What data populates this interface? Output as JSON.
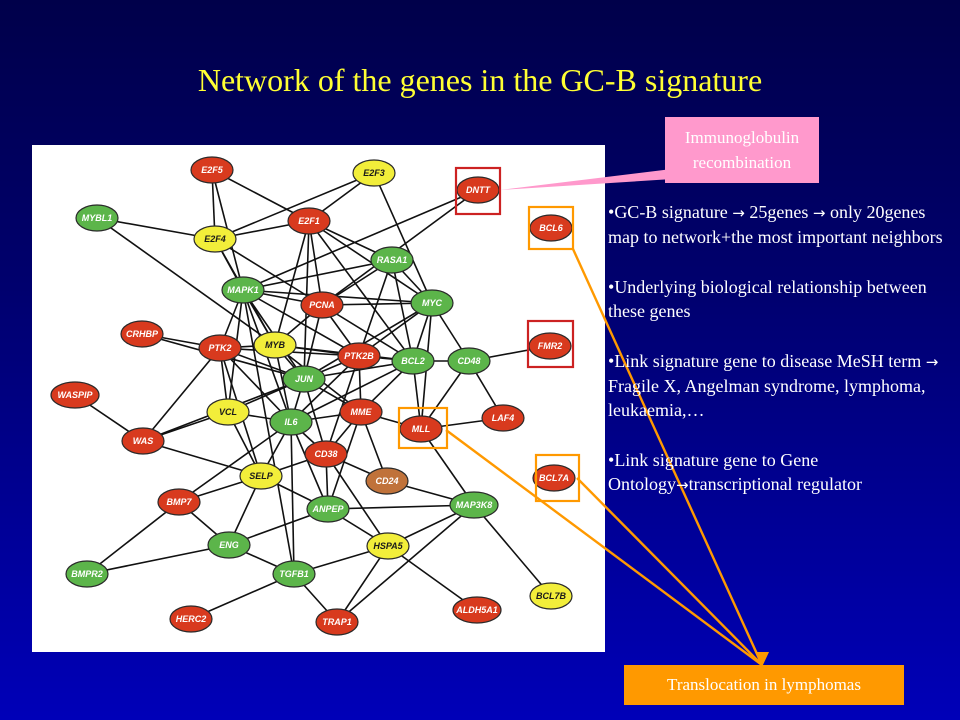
{
  "slide": {
    "title": "Network of the genes in the GC-B signature"
  },
  "callouts": {
    "immunoglobulin": "Immunoglobulin recombination",
    "translocation": "Translocation in lymphomas"
  },
  "bullets": [
    {
      "parts": [
        "GC-B signature ",
        "arrow-right",
        " 25genes ",
        "arrow-right",
        " only 20genes map to network+the most important neighbors"
      ]
    },
    {
      "parts": [
        "Underlying biological relationship between these genes"
      ]
    },
    {
      "parts": [
        "Link signature gene to disease MeSH term ",
        "arrow-right",
        " Fragile X, Angelman syndrome, lymphoma, leukaemia,…"
      ]
    },
    {
      "parts": [
        "Link signature gene to Gene Ontology",
        "arrow-right",
        "transcriptional regulator"
      ]
    }
  ],
  "colors": {
    "red": "#d83a1e",
    "green": "#5cb54a",
    "yellow": "#f2ee3a",
    "brown": "#c0723a",
    "highlight_red": "#cc2222",
    "highlight_orange": "#ff9900",
    "title": "#ffff33"
  },
  "network": {
    "nodes": [
      {
        "id": "E2F5",
        "label": "E2F5",
        "color": "red"
      },
      {
        "id": "E2F3",
        "label": "E2F3",
        "color": "yellow"
      },
      {
        "id": "MYBL1",
        "label": "MYBL1",
        "color": "green"
      },
      {
        "id": "E2F1",
        "label": "E2F1",
        "color": "red"
      },
      {
        "id": "E2F4",
        "label": "E2F4",
        "color": "yellow"
      },
      {
        "id": "DNTT",
        "label": "DNTT",
        "color": "red"
      },
      {
        "id": "BCL6",
        "label": "BCL6",
        "color": "red"
      },
      {
        "id": "RASA1",
        "label": "RASA1",
        "color": "green"
      },
      {
        "id": "MAPK1",
        "label": "MAPK1",
        "color": "green"
      },
      {
        "id": "PCNA",
        "label": "PCNA",
        "color": "red"
      },
      {
        "id": "MYC",
        "label": "MYC",
        "color": "green"
      },
      {
        "id": "CRHBP",
        "label": "CRHBP",
        "color": "red"
      },
      {
        "id": "PTK2",
        "label": "PTK2",
        "color": "red"
      },
      {
        "id": "MYB",
        "label": "MYB",
        "color": "yellow"
      },
      {
        "id": "PTK2B",
        "label": "PTK2B",
        "color": "red"
      },
      {
        "id": "BCL2",
        "label": "BCL2",
        "color": "green"
      },
      {
        "id": "CD48",
        "label": "CD48",
        "color": "green"
      },
      {
        "id": "FMR2",
        "label": "FMR2",
        "color": "red"
      },
      {
        "id": "JUN",
        "label": "JUN",
        "color": "green"
      },
      {
        "id": "WASPIP",
        "label": "WASPIP",
        "color": "red"
      },
      {
        "id": "VCL",
        "label": "VCL",
        "color": "yellow"
      },
      {
        "id": "IL6",
        "label": "IL6",
        "color": "green"
      },
      {
        "id": "MME",
        "label": "MME",
        "color": "red"
      },
      {
        "id": "MLL",
        "label": "MLL",
        "color": "red"
      },
      {
        "id": "LAF4",
        "label": "LAF4",
        "color": "red"
      },
      {
        "id": "WAS",
        "label": "WAS",
        "color": "red"
      },
      {
        "id": "CD38",
        "label": "CD38",
        "color": "red"
      },
      {
        "id": "SELP",
        "label": "SELP",
        "color": "yellow"
      },
      {
        "id": "CD24",
        "label": "CD24",
        "color": "brown"
      },
      {
        "id": "BCL7A",
        "label": "BCL7A",
        "color": "red"
      },
      {
        "id": "BMP7",
        "label": "BMP7",
        "color": "red"
      },
      {
        "id": "ANPEP",
        "label": "ANPEP",
        "color": "green"
      },
      {
        "id": "MAP3K8",
        "label": "MAP3K8",
        "color": "green"
      },
      {
        "id": "ENG",
        "label": "ENG",
        "color": "green"
      },
      {
        "id": "HSPA5",
        "label": "HSPA5",
        "color": "yellow"
      },
      {
        "id": "BMPR2",
        "label": "BMPR2",
        "color": "green"
      },
      {
        "id": "TGFB1",
        "label": "TGFB1",
        "color": "green"
      },
      {
        "id": "BCL7B",
        "label": "BCL7B",
        "color": "yellow"
      },
      {
        "id": "HERC2",
        "label": "HERC2",
        "color": "red"
      },
      {
        "id": "ALDH5A1",
        "label": "ALDH5A1",
        "color": "red"
      },
      {
        "id": "TRAP1",
        "label": "TRAP1",
        "color": "red"
      }
    ],
    "edges": [
      [
        "E2F5",
        "E2F1"
      ],
      [
        "E2F5",
        "E2F4"
      ],
      [
        "E2F5",
        "MAPK1"
      ],
      [
        "E2F3",
        "E2F4"
      ],
      [
        "E2F3",
        "E2F1"
      ],
      [
        "E2F3",
        "MYC"
      ],
      [
        "MYBL1",
        "MYB"
      ],
      [
        "MYBL1",
        "E2F4"
      ],
      [
        "E2F1",
        "E2F4"
      ],
      [
        "E2F1",
        "PCNA"
      ],
      [
        "E2F1",
        "MYC"
      ],
      [
        "E2F1",
        "MYB"
      ],
      [
        "E2F1",
        "RASA1"
      ],
      [
        "E2F1",
        "JUN"
      ],
      [
        "E2F1",
        "BCL2"
      ],
      [
        "E2F4",
        "MAPK1"
      ],
      [
        "E2F4",
        "MYB"
      ],
      [
        "E2F4",
        "PCNA"
      ],
      [
        "DNTT",
        "PCNA"
      ],
      [
        "DNTT",
        "MAPK1"
      ],
      [
        "RASA1",
        "MAPK1"
      ],
      [
        "RASA1",
        "PTK2B"
      ],
      [
        "RASA1",
        "MYC"
      ],
      [
        "RASA1",
        "PCNA"
      ],
      [
        "RASA1",
        "BCL2"
      ],
      [
        "MAPK1",
        "PCNA"
      ],
      [
        "MAPK1",
        "PTK2"
      ],
      [
        "MAPK1",
        "JUN"
      ],
      [
        "MAPK1",
        "MYC"
      ],
      [
        "MAPK1",
        "PTK2B"
      ],
      [
        "MAPK1",
        "VCL"
      ],
      [
        "MAPK1",
        "IL6"
      ],
      [
        "MAPK1",
        "MYB"
      ],
      [
        "PCNA",
        "MYC"
      ],
      [
        "PCNA",
        "JUN"
      ],
      [
        "PCNA",
        "PTK2B"
      ],
      [
        "PCNA",
        "MYB"
      ],
      [
        "PCNA",
        "BCL2"
      ],
      [
        "MYC",
        "BCL2"
      ],
      [
        "MYC",
        "JUN"
      ],
      [
        "MYC",
        "PTK2B"
      ],
      [
        "MYC",
        "CD48"
      ],
      [
        "MYC",
        "MLL"
      ],
      [
        "CRHBP",
        "PTK2"
      ],
      [
        "CRHBP",
        "JUN"
      ],
      [
        "PTK2",
        "MYB"
      ],
      [
        "PTK2",
        "JUN"
      ],
      [
        "PTK2",
        "VCL"
      ],
      [
        "PTK2",
        "IL6"
      ],
      [
        "PTK2",
        "SELP"
      ],
      [
        "PTK2",
        "WAS"
      ],
      [
        "PTK2",
        "PTK2B"
      ],
      [
        "MYB",
        "JUN"
      ],
      [
        "MYB",
        "PTK2B"
      ],
      [
        "MYB",
        "BCL2"
      ],
      [
        "MYB",
        "IL6"
      ],
      [
        "MYB",
        "MME"
      ],
      [
        "PTK2B",
        "JUN"
      ],
      [
        "PTK2B",
        "BCL2"
      ],
      [
        "PTK2B",
        "MME"
      ],
      [
        "PTK2B",
        "IL6"
      ],
      [
        "PTK2B",
        "CD38"
      ],
      [
        "BCL2",
        "JUN"
      ],
      [
        "BCL2",
        "CD48"
      ],
      [
        "BCL2",
        "MLL"
      ],
      [
        "BCL2",
        "MME"
      ],
      [
        "BCL2",
        "IL6"
      ],
      [
        "CD48",
        "MLL"
      ],
      [
        "CD48",
        "LAF4"
      ],
      [
        "FMR2",
        "CD48"
      ],
      [
        "JUN",
        "IL6"
      ],
      [
        "JUN",
        "MME"
      ],
      [
        "JUN",
        "VCL"
      ],
      [
        "JUN",
        "CD38"
      ],
      [
        "JUN",
        "WAS"
      ],
      [
        "WASPIP",
        "WAS"
      ],
      [
        "VCL",
        "IL6"
      ],
      [
        "VCL",
        "SELP"
      ],
      [
        "VCL",
        "WAS"
      ],
      [
        "IL6",
        "MME"
      ],
      [
        "IL6",
        "CD38"
      ],
      [
        "IL6",
        "SELP"
      ],
      [
        "IL6",
        "ANPEP"
      ],
      [
        "IL6",
        "TGFB1"
      ],
      [
        "IL6",
        "BMP7"
      ],
      [
        "MME",
        "CD38"
      ],
      [
        "MME",
        "MLL"
      ],
      [
        "MME",
        "CD24"
      ],
      [
        "MME",
        "ANPEP"
      ],
      [
        "MLL",
        "LAF4"
      ],
      [
        "MLL",
        "MAP3K8"
      ],
      [
        "CD38",
        "SELP"
      ],
      [
        "CD38",
        "CD24"
      ],
      [
        "CD38",
        "ANPEP"
      ],
      [
        "CD38",
        "HSPA5"
      ],
      [
        "SELP",
        "ANPEP"
      ],
      [
        "SELP",
        "ENG"
      ],
      [
        "SELP",
        "BMP7"
      ],
      [
        "WAS",
        "SELP"
      ],
      [
        "CD24",
        "MAP3K8"
      ],
      [
        "ANPEP",
        "HSPA5"
      ],
      [
        "ANPEP",
        "ENG"
      ],
      [
        "ANPEP",
        "MAP3K8"
      ],
      [
        "MAP3K8",
        "HSPA5"
      ],
      [
        "MAP3K8",
        "TRAP1"
      ],
      [
        "MAP3K8",
        "BCL7B"
      ],
      [
        "ENG",
        "TGFB1"
      ],
      [
        "ENG",
        "BMP7"
      ],
      [
        "ENG",
        "BMPR2"
      ],
      [
        "TGFB1",
        "HSPA5"
      ],
      [
        "TGFB1",
        "TRAP1"
      ],
      [
        "TGFB1",
        "HERC2"
      ],
      [
        "HSPA5",
        "TRAP1"
      ],
      [
        "HSPA5",
        "ALDH5A1"
      ],
      [
        "BMPR2",
        "BMP7"
      ],
      [
        "TGFB1",
        "MAPK1"
      ]
    ]
  }
}
